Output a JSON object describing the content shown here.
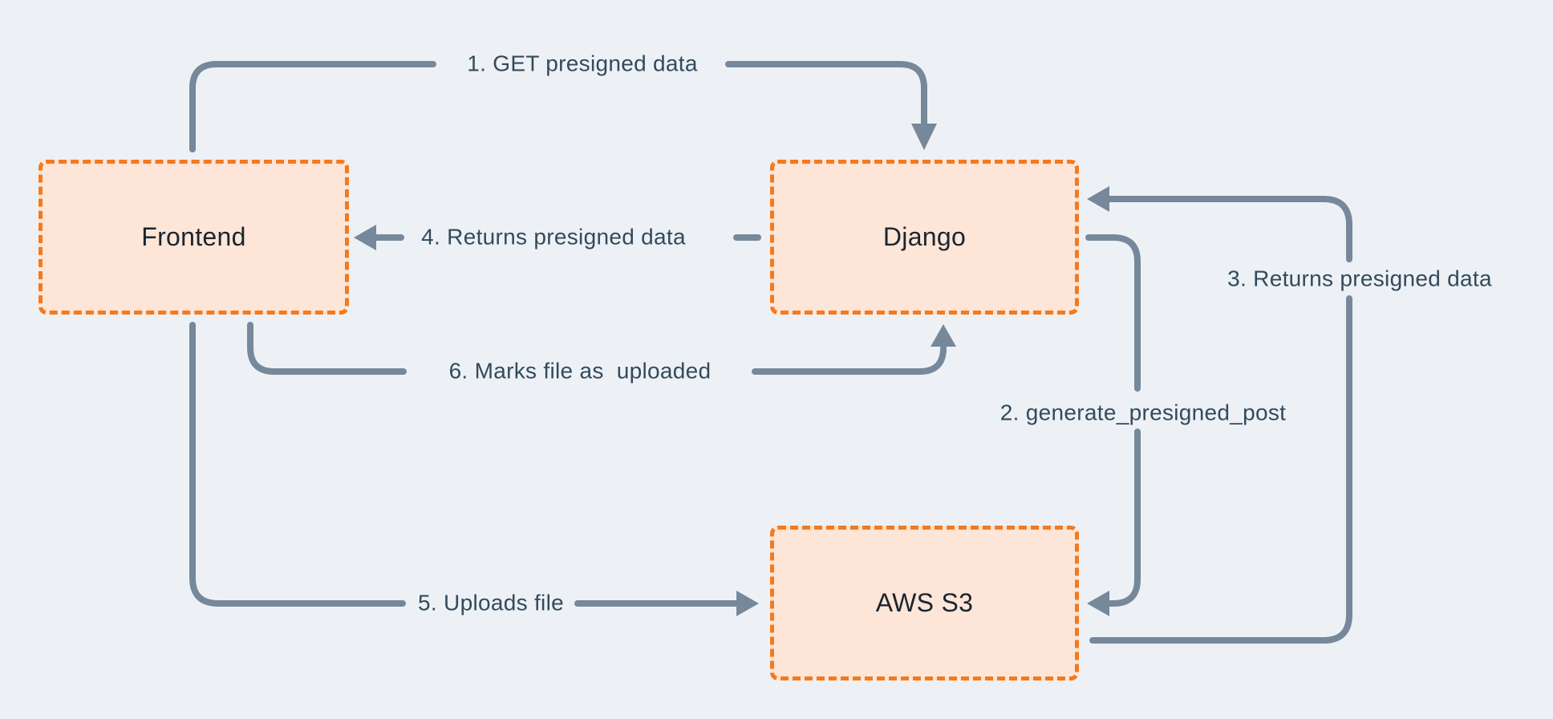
{
  "diagram": {
    "background_color": "#edf1f5",
    "node_fill_color": "#fde5d7",
    "node_border_color": "#f5791d",
    "arrow_color": "#76889a",
    "edge_label_color": "#324a5c",
    "node_label_color": "#1a252f"
  },
  "nodes": {
    "frontend": {
      "label": "Frontend"
    },
    "django": {
      "label": "Django"
    },
    "awss3": {
      "label": "AWS S3"
    }
  },
  "edges": {
    "e1": {
      "label": "1. GET presigned data",
      "from": "Frontend",
      "to": "Django"
    },
    "e2": {
      "label": "2. generate_presigned_post",
      "from": "Django",
      "to": "AWS S3"
    },
    "e3": {
      "label": "3. Returns presigned data",
      "from": "AWS S3",
      "to": "Django"
    },
    "e4": {
      "label": "4. Returns presigned data",
      "from": "Django",
      "to": "Frontend"
    },
    "e5": {
      "label": "5. Uploads file",
      "from": "Frontend",
      "to": "AWS S3"
    },
    "e6": {
      "label": "6. Marks file as  uploaded",
      "from": "Frontend",
      "to": "Django"
    }
  }
}
